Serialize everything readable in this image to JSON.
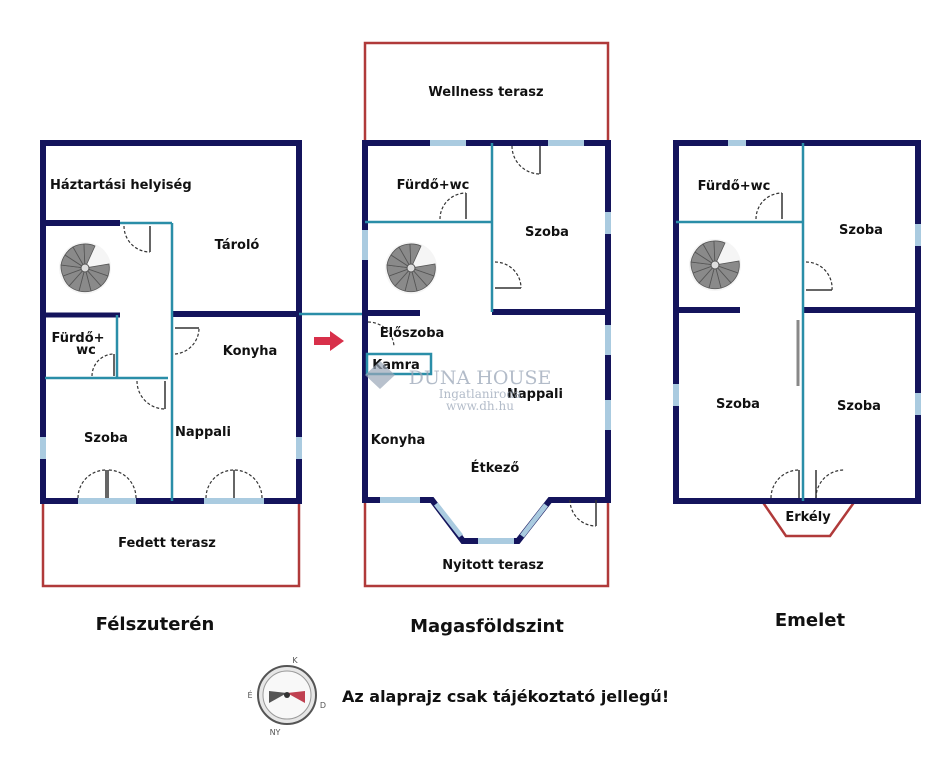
{
  "plans": {
    "left": {
      "title": "Félszuterén",
      "rooms": {
        "haztartasi": "Háztartási helyiség",
        "tarolo": "Tároló",
        "furdo_line1": "Fürdő+",
        "furdo_line2": "wc",
        "konyha": "Konyha",
        "nappali": "Nappali",
        "szoba": "Szoba",
        "terasz": "Fedett terasz"
      }
    },
    "middle": {
      "title": "Magasföldszint",
      "rooms": {
        "wellness": "Wellness terasz",
        "furdo": "Fürdő+wc",
        "szoba": "Szoba",
        "eloszoba": "Előszoba",
        "kamra": "Kamra",
        "nappali": "Nappali",
        "konyha": "Konyha",
        "etkezo": "Étkező",
        "terasz": "Nyitott terasz"
      }
    },
    "right": {
      "title": "Emelet",
      "rooms": {
        "furdo": "Fürdő+wc",
        "szoba_top": "Szoba",
        "szoba_left": "Szoba",
        "szoba_right": "Szoba",
        "erkely": "Erkély"
      }
    }
  },
  "watermark": {
    "brand": "DUNA HOUSE",
    "sub": "Ingatlaniroda",
    "url": "www.dh.hu"
  },
  "compass": {
    "n": "É",
    "e": "K",
    "s": "D",
    "w": "NY"
  },
  "disclaimer": "Az alaprajz csak tájékoztató jellegű!",
  "colors": {
    "wall": "#14145c",
    "partition": "#2a8ea8",
    "terrace": "#b03a3a",
    "window": "#aacbe0",
    "arrow": "#d8304a"
  }
}
